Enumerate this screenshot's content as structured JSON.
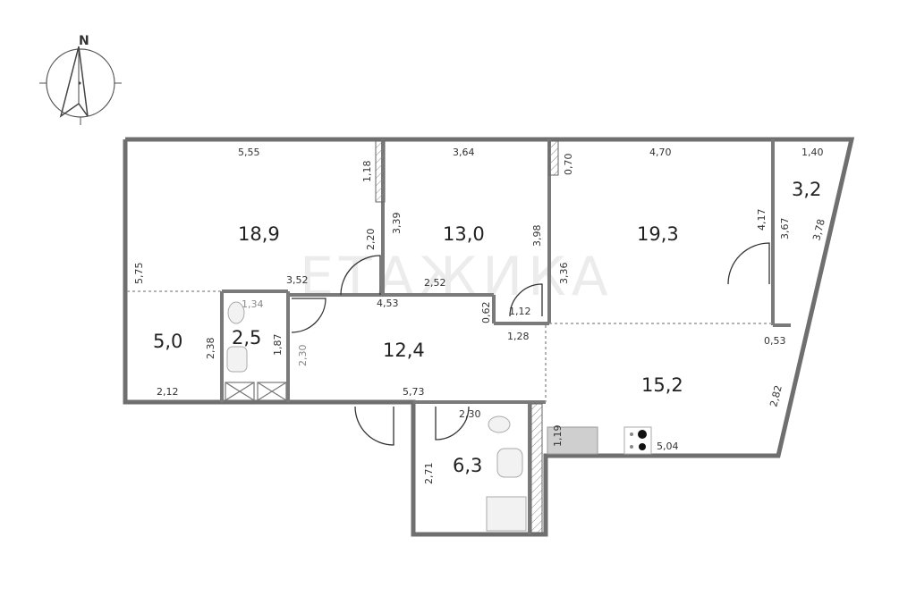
{
  "compass": {
    "label": "N"
  },
  "watermark": "ЕТАЖИКА",
  "rooms": {
    "room_a": "18,9",
    "room_b": "13,0",
    "room_c": "19,3",
    "room_d": "3,2",
    "room_e": "5,0",
    "room_f": "2,5",
    "hall": "12,4",
    "kitchen": "15,2",
    "bath": "6,3"
  },
  "dimensions": {
    "d555": "5,55",
    "d118": "1,18",
    "d339": "3,39",
    "d220": "2,20",
    "d575": "5,75",
    "d352": "3,52",
    "d364": "3,64",
    "d398": "3,98",
    "d252": "2,52",
    "d062": "0,62",
    "d112": "1,12",
    "d070": "0,70",
    "d470": "4,70",
    "d336": "3,36",
    "d417": "4,17",
    "d367": "3,67",
    "d140": "1,40",
    "d378": "3,78",
    "d134": "1,34",
    "d453": "4,53",
    "d238": "2,38",
    "d187": "1,87",
    "d230": "2,30",
    "d212": "2,12",
    "d573": "5,73",
    "d128": "1,28",
    "d053": "0,53",
    "d282": "2,82",
    "d230b": "2,30",
    "d119": "1,19",
    "d504": "5,04",
    "d271": "2,71"
  }
}
